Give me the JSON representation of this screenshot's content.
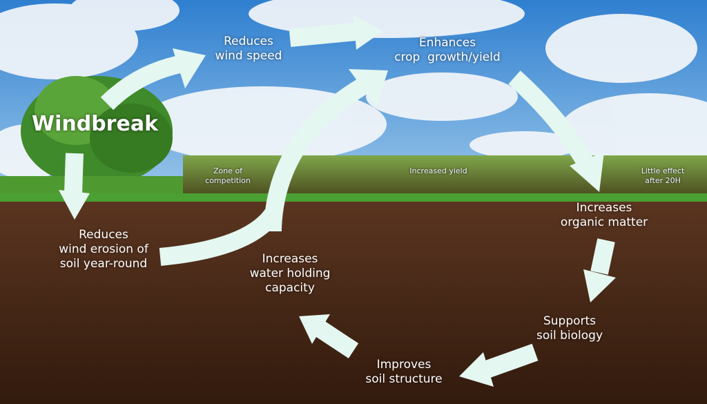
{
  "title": "Windbreak",
  "labels": {
    "reduces_wind_speed": [
      "Reduces",
      "wind speed"
    ],
    "enhances_crop": [
      "Enhances",
      "crop  growth/yield"
    ],
    "increases_organic": [
      "Increases",
      "organic matter"
    ],
    "supports_biology": [
      "Supports",
      "soil biology"
    ],
    "improves_structure": [
      "Improves",
      "soil structure"
    ],
    "increases_water": [
      "Increases",
      "water holding",
      "capacity"
    ],
    "reduces_erosion": [
      "Reduces",
      "wind erosion of",
      "soil year-round"
    ]
  },
  "zones": {
    "competition": [
      "Zone of",
      "competition"
    ],
    "increased_yield": "Increased yield",
    "little_effect": [
      "Little effect",
      "after 20H"
    ]
  },
  "colors": {
    "arrow": "#e4f7f1",
    "sky": "#3a8ed8",
    "soil": "#4a2a17",
    "grass": "#3f8f2a"
  }
}
